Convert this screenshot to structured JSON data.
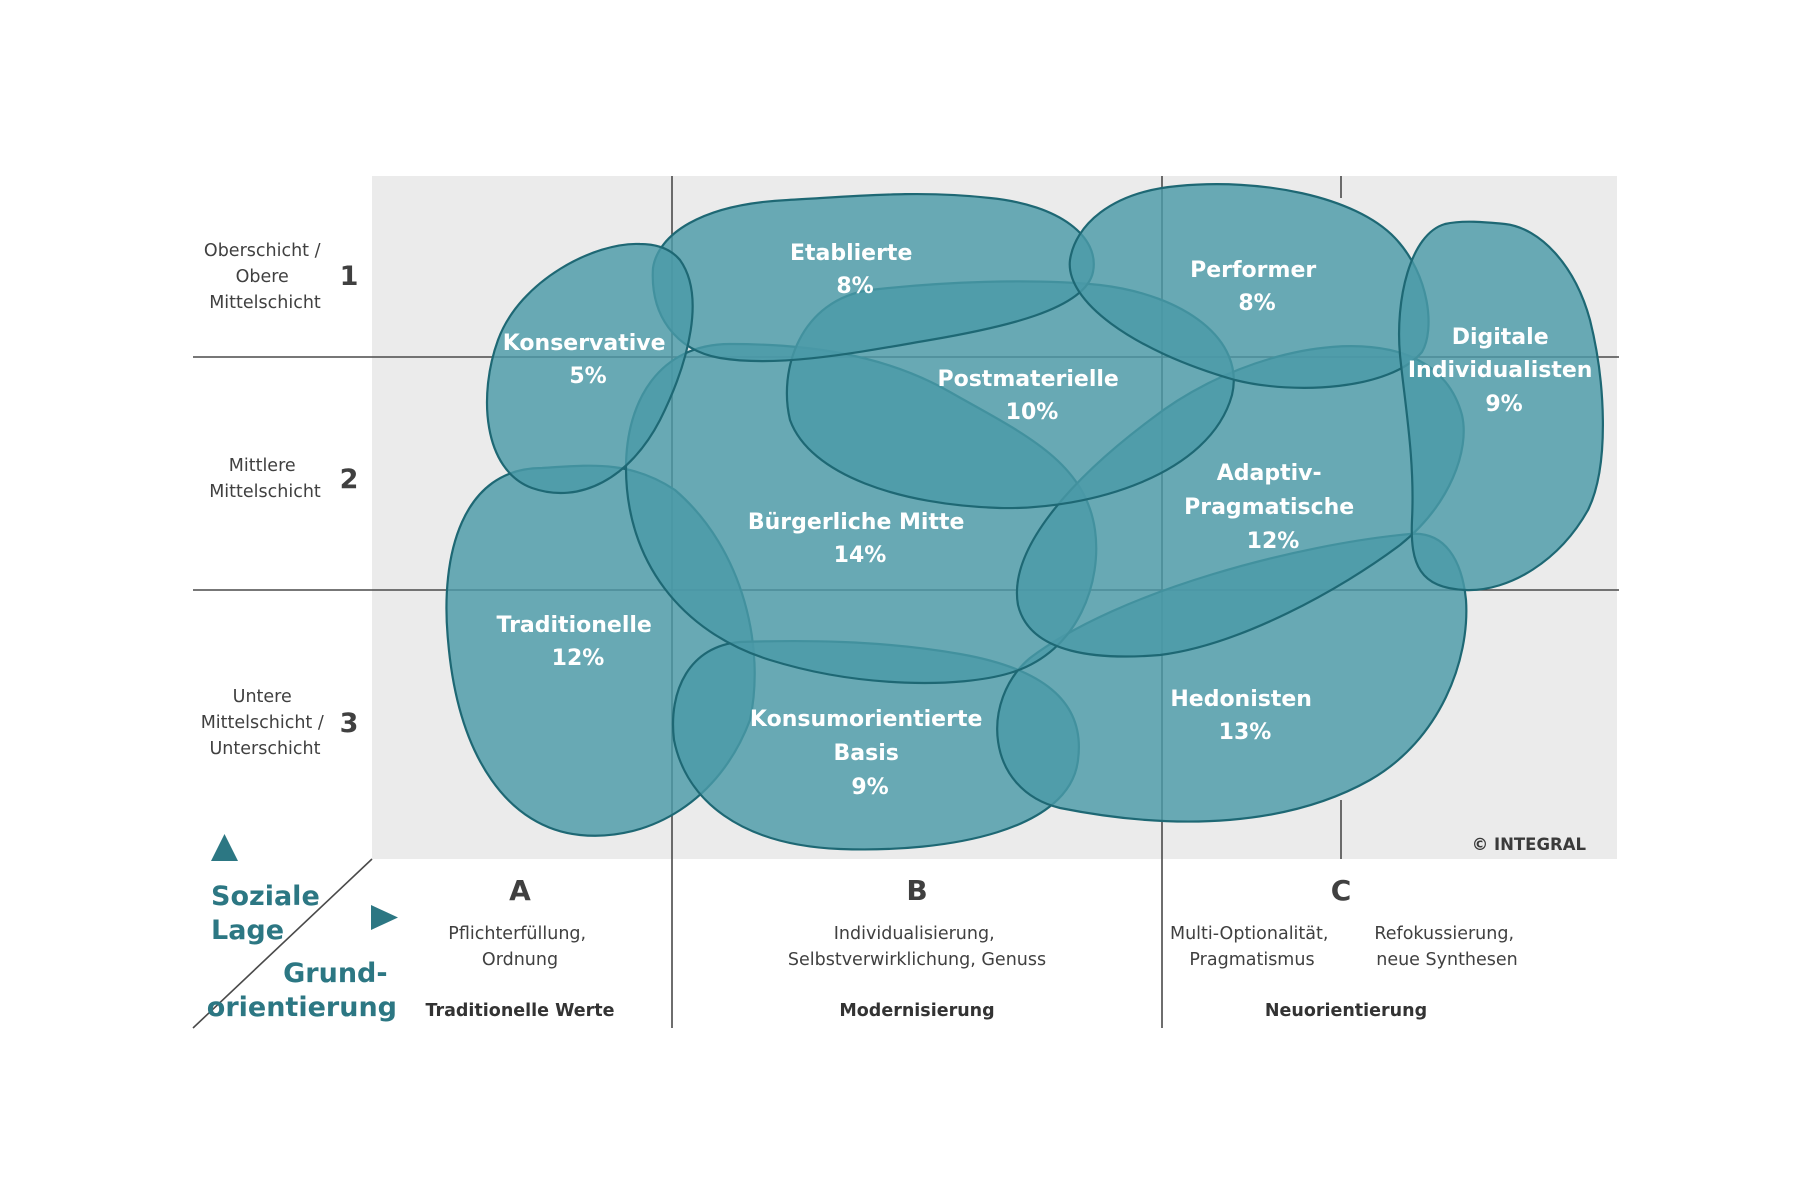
{
  "colors": {
    "milieu_fill": "#4a9aa7",
    "milieu_stroke": "#1e6874",
    "background_panel": "#ebebeb",
    "grid_line": "#4a4a4a",
    "axis_accent": "#2c7783",
    "label_text": "#ffffff"
  },
  "rows": [
    {
      "number": "1",
      "label": [
        "Oberschicht /",
        "Obere",
        "Mittelschicht"
      ]
    },
    {
      "number": "2",
      "label": [
        "Mittlere",
        "Mittelschicht"
      ]
    },
    {
      "number": "3",
      "label": [
        "Untere",
        "Mittelschicht /",
        "Unterschicht"
      ]
    }
  ],
  "columns": [
    {
      "letter": "A",
      "descriptions": [
        [
          "Pflichterfüllung,",
          "Ordnung"
        ]
      ],
      "category": "Traditionelle Werte"
    },
    {
      "letter": "B",
      "descriptions": [
        [
          "Individualisierung,",
          "Selbstverwirklichung, Genuss"
        ]
      ],
      "category": "Modernisierung"
    },
    {
      "letter": "C",
      "descriptions": [
        [
          "Multi-Optionalität,",
          "Pragmatismus"
        ],
        [
          "Refokussierung,",
          "neue Synthesen"
        ]
      ],
      "category": "Neuorientierung"
    }
  ],
  "axes": {
    "vertical_title": [
      "Soziale",
      "Lage"
    ],
    "horizontal_title": [
      "Grund-",
      "orientierung"
    ],
    "up_arrow_icon": "triangle-up-icon",
    "right_arrow_icon": "triangle-right-icon"
  },
  "milieus": [
    {
      "id": "konservative",
      "name": [
        "Konservative"
      ],
      "share": "5%"
    },
    {
      "id": "etablierte",
      "name": [
        "Etablierte"
      ],
      "share": "8%"
    },
    {
      "id": "performer",
      "name": [
        "Performer"
      ],
      "share": "8%"
    },
    {
      "id": "digitale-individualisten",
      "name": [
        "Digitale",
        "Individualisten"
      ],
      "share": "9%"
    },
    {
      "id": "postmaterielle",
      "name": [
        "Postmaterielle"
      ],
      "share": "10%"
    },
    {
      "id": "buergerliche-mitte",
      "name": [
        "Bürgerliche Mitte"
      ],
      "share": "14%"
    },
    {
      "id": "adaptiv-pragmatische",
      "name": [
        "Adaptiv-",
        "Pragmatische"
      ],
      "share": "12%"
    },
    {
      "id": "traditionelle",
      "name": [
        "Traditionelle"
      ],
      "share": "12%"
    },
    {
      "id": "konsumorientierte-basis",
      "name": [
        "Konsumorientierte",
        "Basis"
      ],
      "share": "9%"
    },
    {
      "id": "hedonisten",
      "name": [
        "Hedonisten"
      ],
      "share": "13%"
    }
  ],
  "copyright": "© INTEGRAL"
}
